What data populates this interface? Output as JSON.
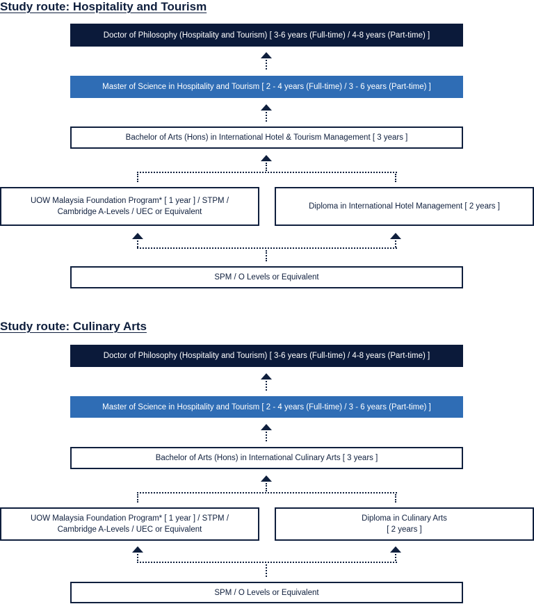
{
  "routes": [
    {
      "title": "Study route: Hospitality and Tourism",
      "phd": "Doctor of Philosophy (Hospitality and Tourism) [ 3-6 years (Full-time) / 4-8 years (Part-time) ]",
      "master": "Master of Science in Hospitality and Tourism [ 2 - 4 years (Full-time) / 3 - 6 years (Part-time) ]",
      "bachelor": "Bachelor of Arts (Hons) in International Hotel & Tourism Management [ 3 years ]",
      "foundation": [
        "UOW Malaysia Foundation Program* [ 1 year ]  / STPM /",
        "Cambridge A-Levels / UEC or Equivalent"
      ],
      "diploma": [
        "Diploma in International Hotel Management [ 2 years ]"
      ],
      "entry": "SPM / O Levels or Equivalent"
    },
    {
      "title": "Study route: Culinary Arts",
      "phd": "Doctor of Philosophy (Hospitality and Tourism) [ 3-6 years (Full-time) / 4-8 years (Part-time) ]",
      "master": "Master of Science in Hospitality and Tourism [ 2 - 4 years (Full-time) / 3 - 6 years (Part-time) ]",
      "bachelor": "Bachelor of Arts (Hons) in International Culinary Arts [ 3 years ]",
      "foundation": [
        "UOW Malaysia Foundation Program* [ 1 year ]  / STPM /",
        "Cambridge A-Levels / UEC or Equivalent"
      ],
      "diploma": [
        "Diploma in Culinary Arts",
        "[ 2 years ]"
      ],
      "entry": "SPM / O Levels or Equivalent"
    }
  ],
  "colors": {
    "navy": "#0b1a3a",
    "blue": "#2f6db5",
    "outline": "#0f1f3d"
  }
}
